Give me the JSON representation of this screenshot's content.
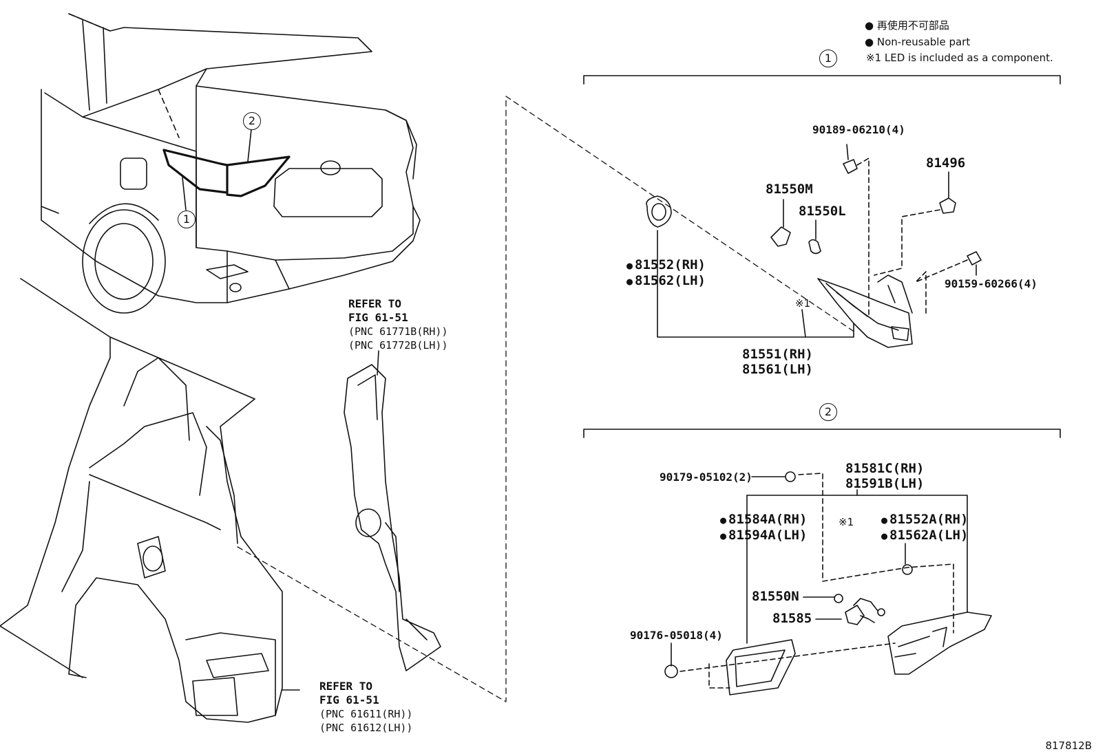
{
  "legend": {
    "non_reusable_jp": "再使用不可部品",
    "non_reusable_en": "Non-reusable part",
    "led_note": "※1 LED is included as a component."
  },
  "callouts": {
    "one": "1",
    "two": "2"
  },
  "refer_upper": {
    "line1": "REFER TO",
    "line2": "FIG 61-51",
    "pnc1": "(PNC 61771B(RH))",
    "pnc2": "(PNC 61772B(LH))"
  },
  "refer_lower": {
    "line1": "REFER TO",
    "line2": "FIG 61-51",
    "pnc1": "(PNC 61611(RH))",
    "pnc2": "(PNC 61612(LH))"
  },
  "section1": {
    "p90189": "90189-06210(4)",
    "p81496": "81496",
    "p81550M": "81550M",
    "p81550L": "81550L",
    "p81552": "81552(RH)",
    "p81562": "81562(LH)",
    "p90159": "90159-60266(4)",
    "note": "※1",
    "p81551": "81551(RH)",
    "p81561": "81561(LH)"
  },
  "section2": {
    "p90179": "90179-05102(2)",
    "p81581C": "81581C(RH)",
    "p81591B": "81591B(LH)",
    "p81584A": "81584A(RH)",
    "p81594A": "81594A(LH)",
    "note": "※1",
    "p81552A": "81552A(RH)",
    "p81562A": "81562A(LH)",
    "p81550N": "81550N",
    "p81585": "81585",
    "p90176": "90176-05018(4)"
  },
  "figure_id": "817812B"
}
